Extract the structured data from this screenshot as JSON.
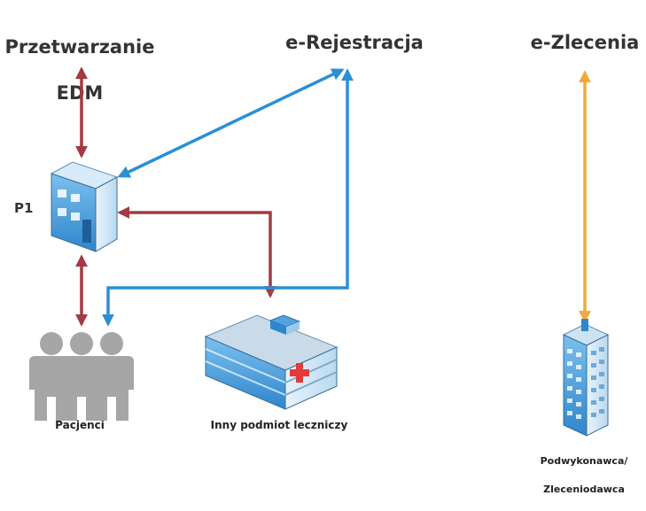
{
  "labels": {
    "edm_line1": "Przetwarzanie",
    "edm_line2": "EDM",
    "erejestracja": "e-Rejestracja",
    "ezlecenia": "e-Zlecenia",
    "p1": "P1",
    "pacjenci": "Pacjenci",
    "inny_podmiot": "Inny podmiot leczniczy",
    "podwykonawca_line1": "Podwykonawca/",
    "podwykonawca_line2": "Zleceniodawca"
  },
  "colors": {
    "red_arrow": "#a33a44",
    "blue_arrow": "#2b8fd6",
    "orange_arrow": "#f2a93b",
    "people": "#a6a6a6",
    "building_blue": "#4fa3e0"
  },
  "icons": [
    "p1-server-building-icon",
    "patients-people-icon",
    "hospital-building-icon",
    "office-tower-icon"
  ]
}
